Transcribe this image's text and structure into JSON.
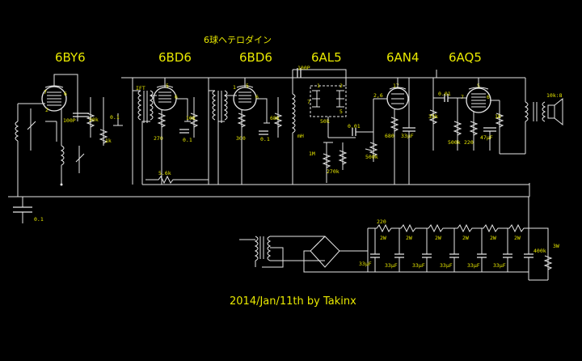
{
  "title": "6球ヘテロダイン",
  "tubes": [
    {
      "id": "t1",
      "label": "6BY6"
    },
    {
      "id": "t2",
      "label": "6BD6"
    },
    {
      "id": "t3",
      "label": "6BD6"
    },
    {
      "id": "t4",
      "label": "6AL5"
    },
    {
      "id": "t5",
      "label": "6AN4"
    },
    {
      "id": "t6",
      "label": "6AQ5"
    }
  ],
  "component_labels": {
    "c_ant": "0.1",
    "c_osc": "100P",
    "r_osc": "20k",
    "r_osc2": "1k",
    "c_osc2": "0.1",
    "ift": "IFT",
    "r_if1k": "270",
    "c_if1": "0.1",
    "r_if1": "10k",
    "r_if2k": "300",
    "c_if2": "0.1",
    "r_if2": "68k",
    "c_det": "100P",
    "r_det": "50k",
    "l_det": "mH",
    "c_coup": "0.01",
    "r_vol": "500k",
    "r_avc": "1M",
    "r_det2": "270k",
    "r_5k6": "5.6k",
    "r_an4k": "680",
    "c_an4k": "33μF",
    "r_an4p": "33k",
    "c_aq5in": "0.01",
    "r_aq5g": "500k",
    "r_aq5k": "220",
    "c_aq5k": "47μF",
    "r_aq5p": "1k",
    "opt": "10k:8",
    "r_220": "220",
    "r_2w": "2W",
    "c_33": "33μF",
    "r_400k": "400k",
    "r_3w": "3W"
  },
  "footer": {
    "text": "2014/Jan/11th by    Takinx"
  }
}
